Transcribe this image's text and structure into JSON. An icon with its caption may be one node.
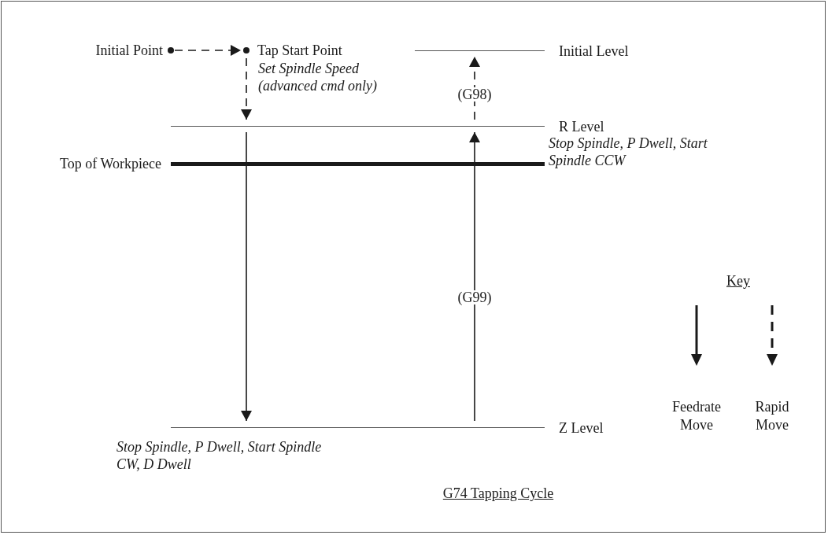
{
  "diagram": {
    "caption": "G74 Tapping Cycle",
    "nodes": [
      {
        "text": [
          "Initial Point"
        ]
      },
      {
        "text": [
          "Tap Start Point"
        ],
        "beside": [
          "Set Spindle Speed (advanced cmd only)"
        ]
      },
      {
        "text": [
          "Initial Level"
        ]
      },
      {
        "text": [
          "R Level"
        ],
        "beside": [
          "Stop Spindle, P Dwell, Start Spindle CCW"
        ]
      },
      {
        "text": [
          "Top of Workpiece"
        ]
      },
      {
        "text": [
          "Z Level"
        ],
        "beside": [
          "Stop Spindle, P Dwell, Start Spindle CW, D Dwell"
        ]
      }
    ],
    "edges": [
      {
        "from": 0,
        "to": 1,
        "arrow": "to",
        "style": "dashed"
      },
      {
        "from": 1,
        "to": 3,
        "arrow": "to",
        "style": "dashed"
      },
      {
        "from": 3,
        "to": 5,
        "arrow": "to"
      },
      {
        "from": 5,
        "to": 3,
        "arrow": "to",
        "label": "(G99)"
      },
      {
        "from": 3,
        "to": 2,
        "arrow": "to",
        "style": "dashed",
        "label": "(G98)"
      }
    ],
    "labels": [
      "Key"
    ],
    "legend": [
      {
        "text": "Feedrate Move"
      },
      {
        "text": "Rapid Move"
      }
    ]
  }
}
